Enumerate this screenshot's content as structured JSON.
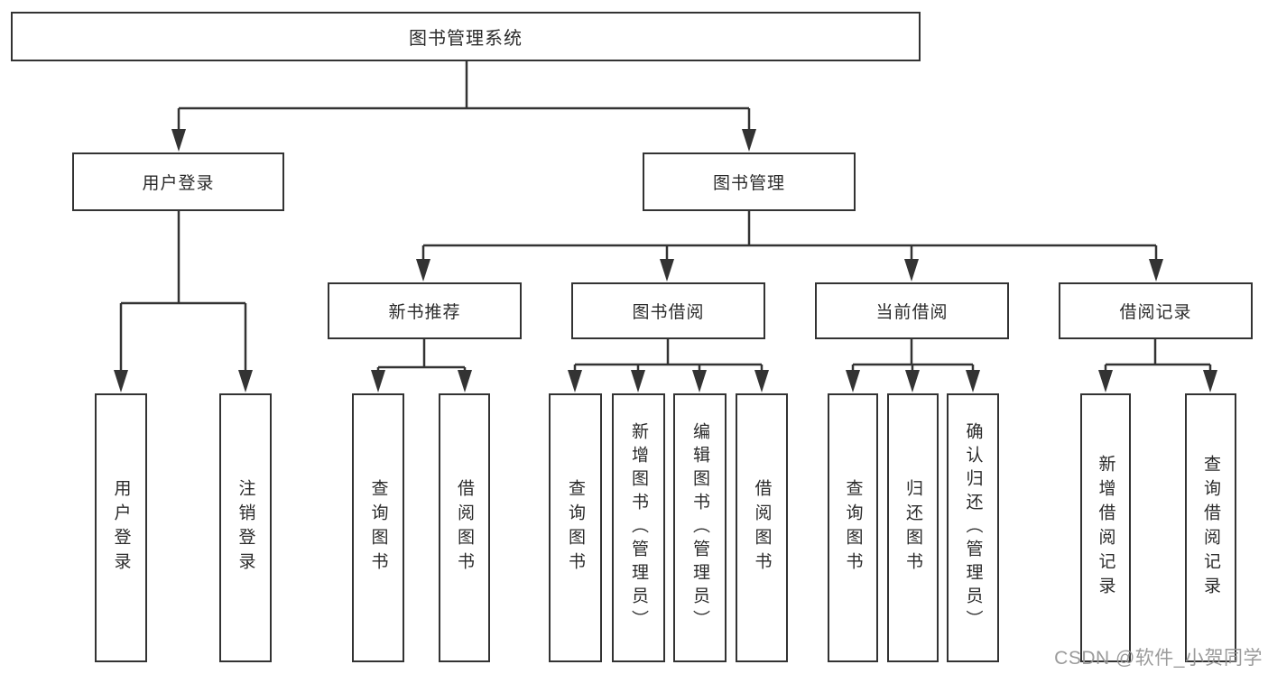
{
  "diagram_type": "functional-structure-tree",
  "tree": {
    "label": "图书管理系统",
    "children": [
      {
        "label": "用户登录",
        "children": [
          {
            "label": "用户登录"
          },
          {
            "label": "注销登录"
          }
        ]
      },
      {
        "label": "图书管理",
        "children": [
          {
            "label": "新书推荐",
            "children": [
              {
                "label": "查询图书"
              },
              {
                "label": "借阅图书"
              }
            ]
          },
          {
            "label": "图书借阅",
            "children": [
              {
                "label": "查询图书"
              },
              {
                "label": "新增图书（管理员）"
              },
              {
                "label": "编辑图书（管理员）"
              },
              {
                "label": "借阅图书"
              }
            ]
          },
          {
            "label": "当前借阅",
            "children": [
              {
                "label": "查询图书"
              },
              {
                "label": "归还图书"
              },
              {
                "label": "确认归还（管理员）"
              }
            ]
          },
          {
            "label": "借阅记录",
            "children": [
              {
                "label": "新增借阅记录"
              },
              {
                "label": "查询借阅记录"
              }
            ]
          }
        ]
      }
    ]
  },
  "watermark": "CSDN @软件_小贺同学",
  "colors": {
    "line": "#333333",
    "box_border": "#333333",
    "text": "#2b2b2b",
    "watermark": "#969696",
    "background": "#ffffff"
  }
}
